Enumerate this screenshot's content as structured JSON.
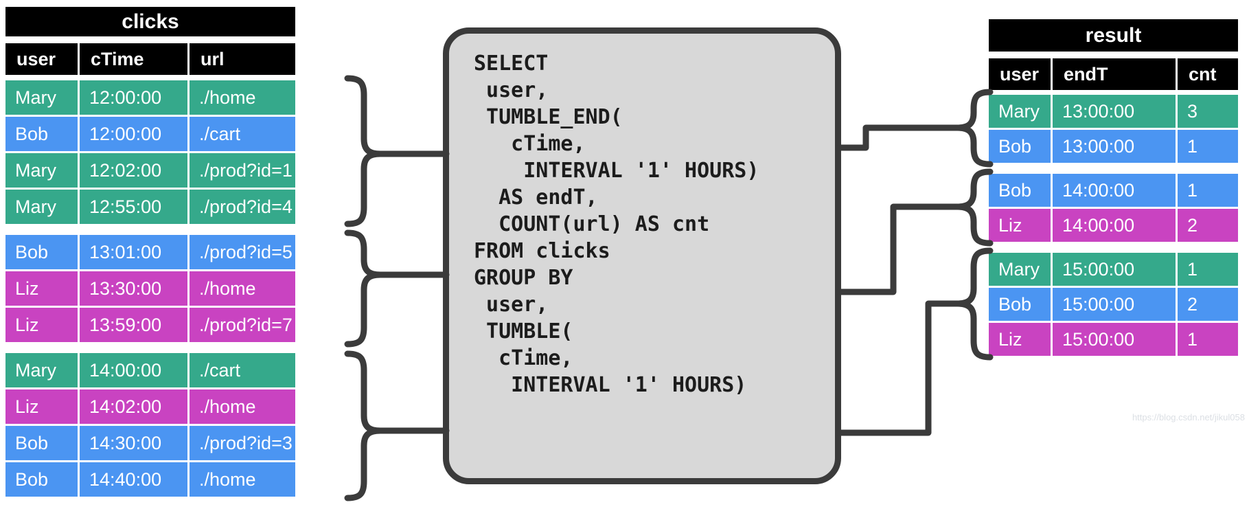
{
  "clicks_table": {
    "title": "clicks",
    "columns": [
      "user",
      "cTime",
      "url"
    ],
    "groups": [
      {
        "rows": [
          {
            "user": "Mary",
            "cTime": "12:00:00",
            "url": "./home",
            "color": "teal"
          },
          {
            "user": "Bob",
            "cTime": "12:00:00",
            "url": "./cart",
            "color": "blue"
          },
          {
            "user": "Mary",
            "cTime": "12:02:00",
            "url": "./prod?id=1",
            "color": "teal"
          },
          {
            "user": "Mary",
            "cTime": "12:55:00",
            "url": "./prod?id=4",
            "color": "teal"
          }
        ]
      },
      {
        "rows": [
          {
            "user": "Bob",
            "cTime": "13:01:00",
            "url": "./prod?id=5",
            "color": "blue"
          },
          {
            "user": "Liz",
            "cTime": "13:30:00",
            "url": "./home",
            "color": "magenta"
          },
          {
            "user": "Liz",
            "cTime": "13:59:00",
            "url": "./prod?id=7",
            "color": "magenta"
          }
        ]
      },
      {
        "rows": [
          {
            "user": "Mary",
            "cTime": "14:00:00",
            "url": "./cart",
            "color": "teal"
          },
          {
            "user": "Liz",
            "cTime": "14:02:00",
            "url": "./home",
            "color": "magenta"
          },
          {
            "user": "Bob",
            "cTime": "14:30:00",
            "url": "./prod?id=3",
            "color": "blue"
          },
          {
            "user": "Bob",
            "cTime": "14:40:00",
            "url": "./home",
            "color": "blue"
          }
        ]
      }
    ]
  },
  "sql": {
    "lines": [
      "SELECT",
      " user,",
      " TUMBLE_END(",
      "   cTime,",
      "    INTERVAL '1' HOURS)",
      "  AS endT,",
      "  COUNT(url) AS cnt",
      "FROM clicks",
      "GROUP BY",
      " user,",
      " TUMBLE(",
      "  cTime,",
      "   INTERVAL '1' HOURS)"
    ]
  },
  "result_table": {
    "title": "result",
    "columns": [
      "user",
      "endT",
      "cnt"
    ],
    "groups": [
      {
        "rows": [
          {
            "user": "Mary",
            "endT": "13:00:00",
            "cnt": "3",
            "color": "teal"
          },
          {
            "user": "Bob",
            "endT": "13:00:00",
            "cnt": "1",
            "color": "blue"
          }
        ]
      },
      {
        "rows": [
          {
            "user": "Bob",
            "endT": "14:00:00",
            "cnt": "1",
            "color": "blue"
          },
          {
            "user": "Liz",
            "endT": "14:00:00",
            "cnt": "2",
            "color": "magenta"
          }
        ]
      },
      {
        "rows": [
          {
            "user": "Mary",
            "endT": "15:00:00",
            "cnt": "1",
            "color": "teal"
          },
          {
            "user": "Bob",
            "endT": "15:00:00",
            "cnt": "2",
            "color": "blue"
          },
          {
            "user": "Liz",
            "endT": "15:00:00",
            "cnt": "1",
            "color": "magenta"
          }
        ]
      }
    ]
  },
  "watermark": "https://blog.csdn.net/jikul058",
  "colors": {
    "teal": "#35a98b",
    "blue": "#4b95f2",
    "magenta": "#c943c1",
    "header_bg": "#000000",
    "row_text": "#ffffff",
    "box_fill": "#d8d8d8",
    "line": "#3b3b3b",
    "code_text": "#1c1c1c"
  }
}
